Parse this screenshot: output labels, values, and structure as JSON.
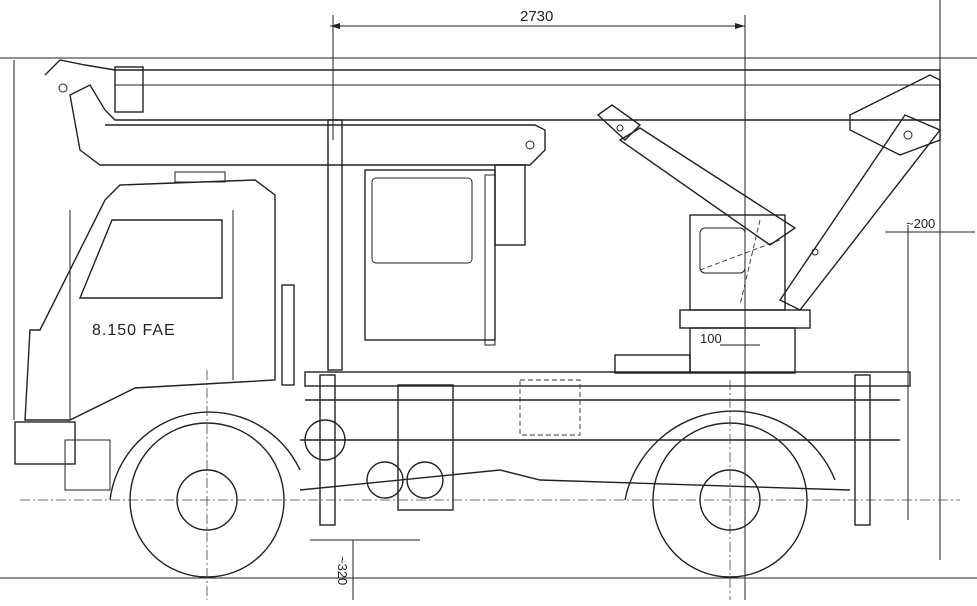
{
  "dimensions": {
    "boom_reach": "2730",
    "rear_overhang": "~200",
    "platform_offset": "100",
    "ground_clearance": "~320"
  },
  "vehicle": {
    "model_label": "8.150 FAE"
  }
}
